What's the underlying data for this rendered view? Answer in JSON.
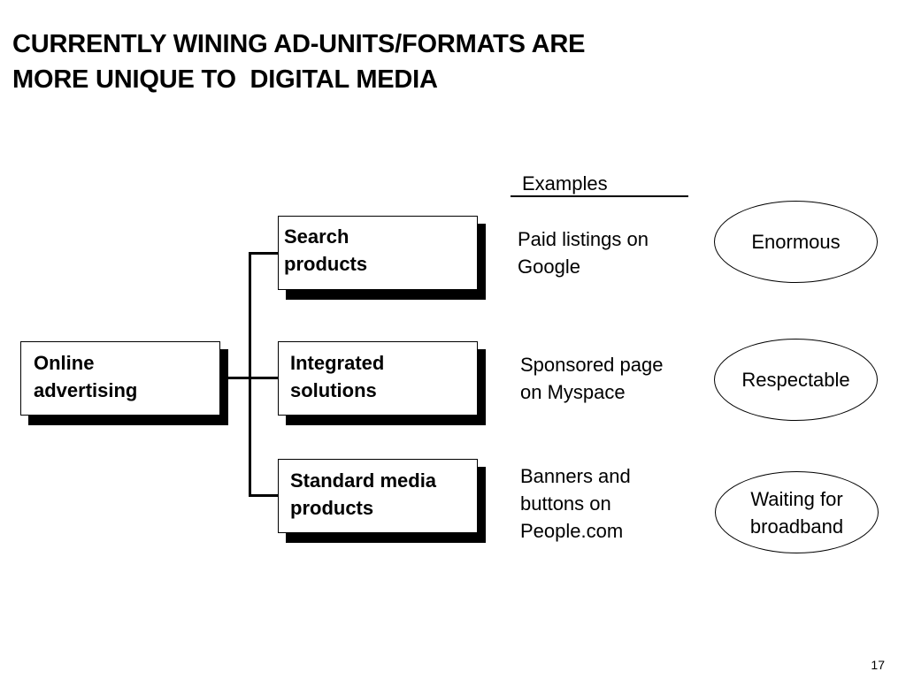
{
  "title": {
    "line1": "CURRENTLY WINING AD-UNITS/FORMATS ARE",
    "line2": "MORE UNIQUE TO  DIGITAL MEDIA"
  },
  "root": {
    "line1": "Online",
    "line2": "advertising"
  },
  "categories": [
    {
      "line1": "Search",
      "line2": "products"
    },
    {
      "line1": "Integrated",
      "line2": "solutions"
    },
    {
      "line1": "Standard media",
      "line2": "products"
    }
  ],
  "examples_header": "Examples",
  "examples": [
    {
      "lines": [
        "Paid listings on",
        "Google"
      ]
    },
    {
      "lines": [
        "Sponsored page",
        "on Myspace"
      ]
    },
    {
      "lines": [
        "Banners and",
        "buttons on",
        "People.com"
      ]
    }
  ],
  "assessments": [
    {
      "lines": [
        "Enormous"
      ]
    },
    {
      "lines": [
        "Respectable"
      ]
    },
    {
      "lines": [
        "Waiting for",
        "broadband"
      ]
    }
  ],
  "page_number": "17"
}
